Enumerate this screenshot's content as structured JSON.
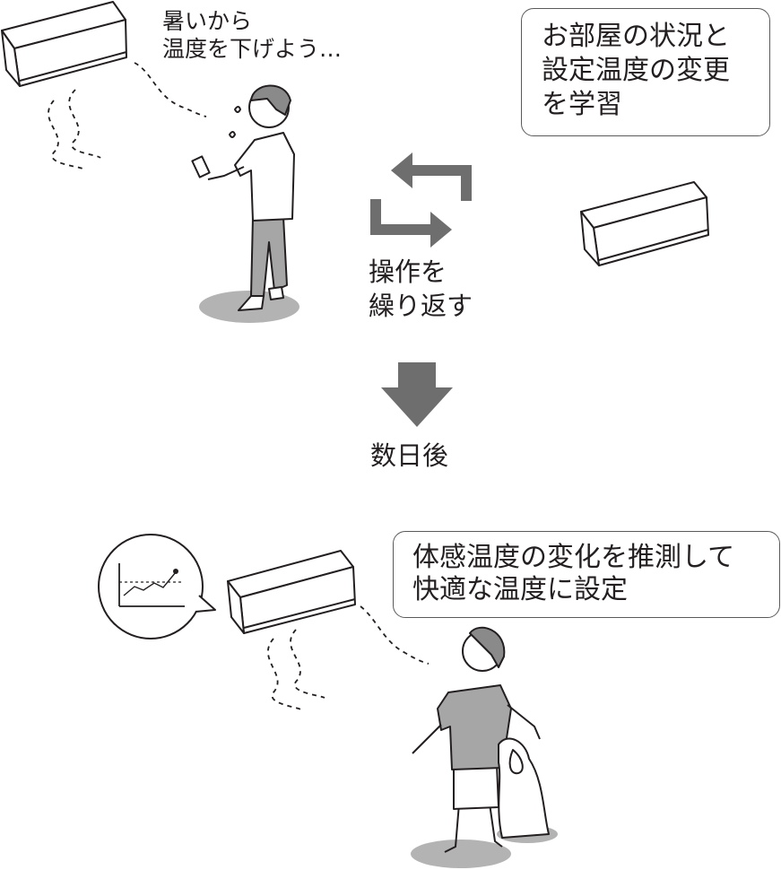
{
  "top_scene": {
    "speech_lines": [
      "暑いから",
      "温度を下げよう…"
    ],
    "learning_box_lines": [
      "お部屋の状況と",
      "設定温度の変更",
      "を学習"
    ],
    "repeat_lines": [
      "操作を",
      "繰り返す"
    ]
  },
  "transition": {
    "label": "数日後"
  },
  "bottom_scene": {
    "result_box_lines": [
      "体感温度の変化を推測して",
      "快適な温度に設定"
    ]
  },
  "colors": {
    "ink": "#231f20",
    "arrow_gray": "#6e6e6e",
    "shadow_gray": "#b3b3b3",
    "hair_gray": "#8a8a8a",
    "pants_gray": "#a6a6a6"
  }
}
